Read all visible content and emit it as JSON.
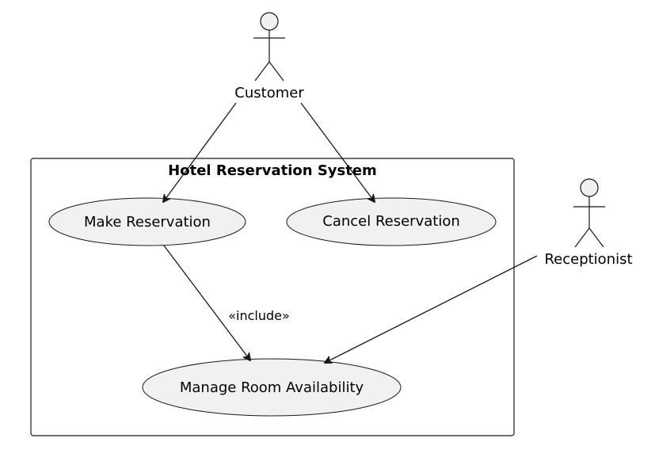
{
  "system": {
    "title": "Hotel Reservation System"
  },
  "actors": {
    "customer": "Customer",
    "receptionist": "Receptionist"
  },
  "use_cases": {
    "make_reservation": "Make Reservation",
    "cancel_reservation": "Cancel Reservation",
    "manage_room_availability": "Manage Room Availability"
  },
  "relations": {
    "include_label": "«include»"
  },
  "colors": {
    "use_case_fill": "#f1f1f1",
    "stroke": "#181818"
  }
}
